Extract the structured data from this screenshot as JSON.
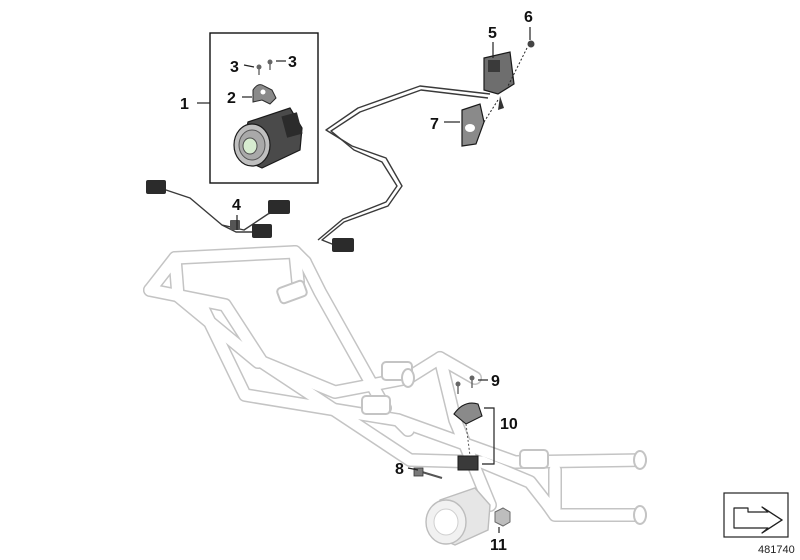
{
  "diagram": {
    "diagram_number": "481740",
    "callouts": [
      {
        "id": "c1",
        "label": "1"
      },
      {
        "id": "c2",
        "label": "2"
      },
      {
        "id": "c3a",
        "label": "3"
      },
      {
        "id": "c3b",
        "label": "3"
      },
      {
        "id": "c4",
        "label": "4"
      },
      {
        "id": "c5",
        "label": "5"
      },
      {
        "id": "c6",
        "label": "6"
      },
      {
        "id": "c7",
        "label": "7"
      },
      {
        "id": "c8",
        "label": "8"
      },
      {
        "id": "c9",
        "label": "9"
      },
      {
        "id": "c10",
        "label": "10"
      },
      {
        "id": "c11",
        "label": "11"
      }
    ]
  }
}
